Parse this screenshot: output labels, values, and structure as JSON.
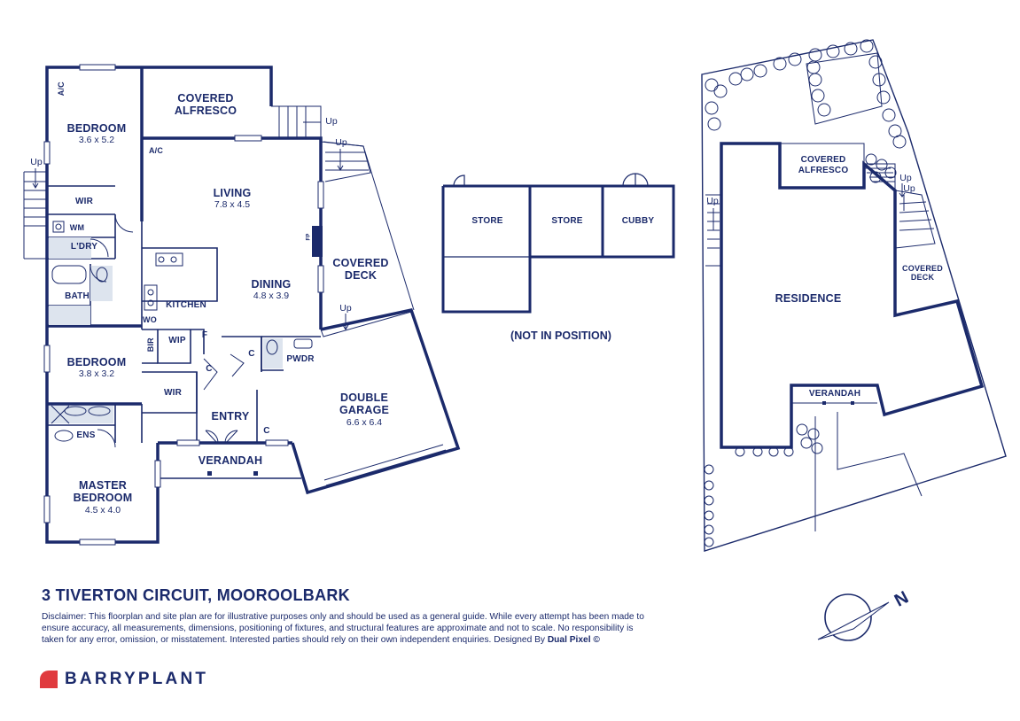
{
  "colors": {
    "ink": "#1b2a6b",
    "brand_red": "#e03a3e",
    "wet_area": "#dde4ee"
  },
  "rooms": {
    "bedroom1": {
      "name": "BEDROOM",
      "dims": "3.6 x 5.2"
    },
    "covered_alfresco": {
      "name1": "COVERED",
      "name2": "ALFRESCO"
    },
    "living": {
      "name": "LIVING",
      "dims": "7.8 x 4.5"
    },
    "dining": {
      "name": "DINING",
      "dims": "4.8 x 3.9"
    },
    "covered_deck": {
      "name1": "COVERED",
      "name2": "DECK"
    },
    "wir1": "WIR",
    "wm": "WM",
    "laundry": "L'DRY",
    "bath": "BATH",
    "kitchen": "KITCHEN",
    "wo": "WO",
    "bir": "BIR",
    "wip": "WIP",
    "f": "F",
    "c1": "C",
    "c2": "C",
    "c3": "C",
    "pwdr": "PWDR",
    "bedroom2": {
      "name": "BEDROOM",
      "dims": "3.8 x 3.2"
    },
    "wir2": "WIR",
    "entry": "ENTRY",
    "ens": "ENS",
    "verandah": "VERANDAH",
    "double_garage": {
      "name1": "DOUBLE",
      "name2": "GARAGE",
      "dims": "6.6 x 6.4"
    },
    "master": {
      "name1": "MASTER",
      "name2": "BEDROOM",
      "dims": "4.5 x 4.0"
    },
    "ac1": "A/C",
    "ac2": "A/C",
    "fp": "FP"
  },
  "stairs": {
    "up1": "Up",
    "up2": "Up",
    "up3": "Up",
    "up4": "Up"
  },
  "outbuildings": {
    "store1": "STORE",
    "store2": "STORE",
    "cubby": "CUBBY",
    "note": "(NOT IN POSITION)"
  },
  "site": {
    "residence": "RESIDENCE",
    "covered_alfresco1": "COVERED",
    "covered_alfresco2": "ALFRESCO",
    "covered_deck1": "COVERED",
    "covered_deck2": "DECK",
    "verandah": "VERANDAH",
    "up_a": "Up",
    "up_b": "Up",
    "up_c": "Up"
  },
  "footer": {
    "address": "3 TIVERTON CIRCUIT, MOOROOLBARK",
    "disclaimer": "Disclaimer: This floorplan and site plan are for illustrative purposes only and should be used as a general guide. While every attempt has been made to ensure accuracy, all measurements, dimensions, positioning of fixtures, and structural features are approximate and not to scale. No responsibility is taken for any error, omission, or misstatement. Interested parties should rely on their own independent enquiries. Designed By",
    "designer": "Dual Pixel ©",
    "brand": "BARRYPLANT"
  },
  "compass": {
    "letter": "N",
    "icon": "north-arrow-icon"
  }
}
